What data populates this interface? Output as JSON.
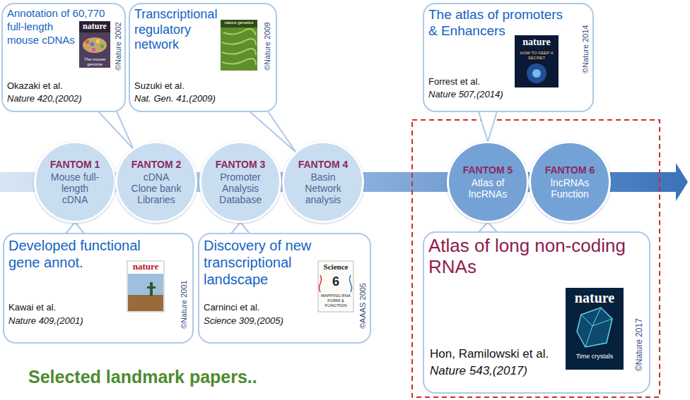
{
  "diagram": {
    "caption": "Selected landmark papers..",
    "nodes": [
      {
        "text": [
          "Annotation of 60,770 full-length mouse cDNAs",
          "Okazaki et al.",
          "Nature 420,(2002)",
          "©Nature 2002"
        ]
      },
      {
        "text": [
          "Transcriptional regulatory network",
          "Suzuki et al.",
          "Nat. Gen. 41,(2009)",
          "©Nature 2009"
        ]
      },
      {
        "text": [
          "The atlas of promoters & Enhancers",
          "Forrest et al.",
          "Nature 507,(2014)",
          "©Nature 2014"
        ]
      },
      {
        "text": [
          "FANTOM 1",
          "Mouse full-length cDNA"
        ]
      },
      {
        "text": [
          "FANTOM 2",
          "cDNA Clone bank Libraries"
        ]
      },
      {
        "text": [
          "FANTOM 3",
          "Promoter Analysis Database"
        ]
      },
      {
        "text": [
          "FANTOM 4",
          "Basin Network analysis"
        ]
      },
      {
        "text": [
          "FANTOM 5",
          "Atlas of lncRNAs"
        ]
      },
      {
        "text": [
          "FANTOM 6",
          "lncRNAs Function"
        ]
      },
      {
        "text": [
          "Developed functional gene annot.",
          "Kawai et al.",
          "Nature 409,(2001)",
          "©Nature 2001"
        ]
      },
      {
        "text": [
          "Discovery of new transcriptional landscape",
          "Carninci et al.",
          "Science 309,(2005)",
          "©AAAS 2005"
        ]
      },
      {
        "text": [
          "Atlas of long non-coding RNAs",
          "Hon, Ramilowski et al.",
          "Nature 543,(2017)",
          "©Nature 2017"
        ]
      }
    ],
    "edges": [
      {
        "from": 0,
        "to": 4,
        "arrow": "to"
      },
      {
        "from": 1,
        "to": 6,
        "arrow": "to"
      },
      {
        "from": 2,
        "to": 7,
        "arrow": "to"
      },
      {
        "from": 9,
        "to": 3,
        "arrow": "to"
      },
      {
        "from": 10,
        "to": 5,
        "arrow": "to"
      },
      {
        "from": 11,
        "to": 7,
        "arrow": "to"
      }
    ],
    "labels": [
      "nature",
      "The mouse genome",
      "nature genetics",
      "nature",
      "HOW TO KEEP A SECRET",
      "nature",
      "Science",
      "6",
      "MAPPING RNA FORM & FUNCTION",
      "nature",
      "Time crystals"
    ]
  }
}
